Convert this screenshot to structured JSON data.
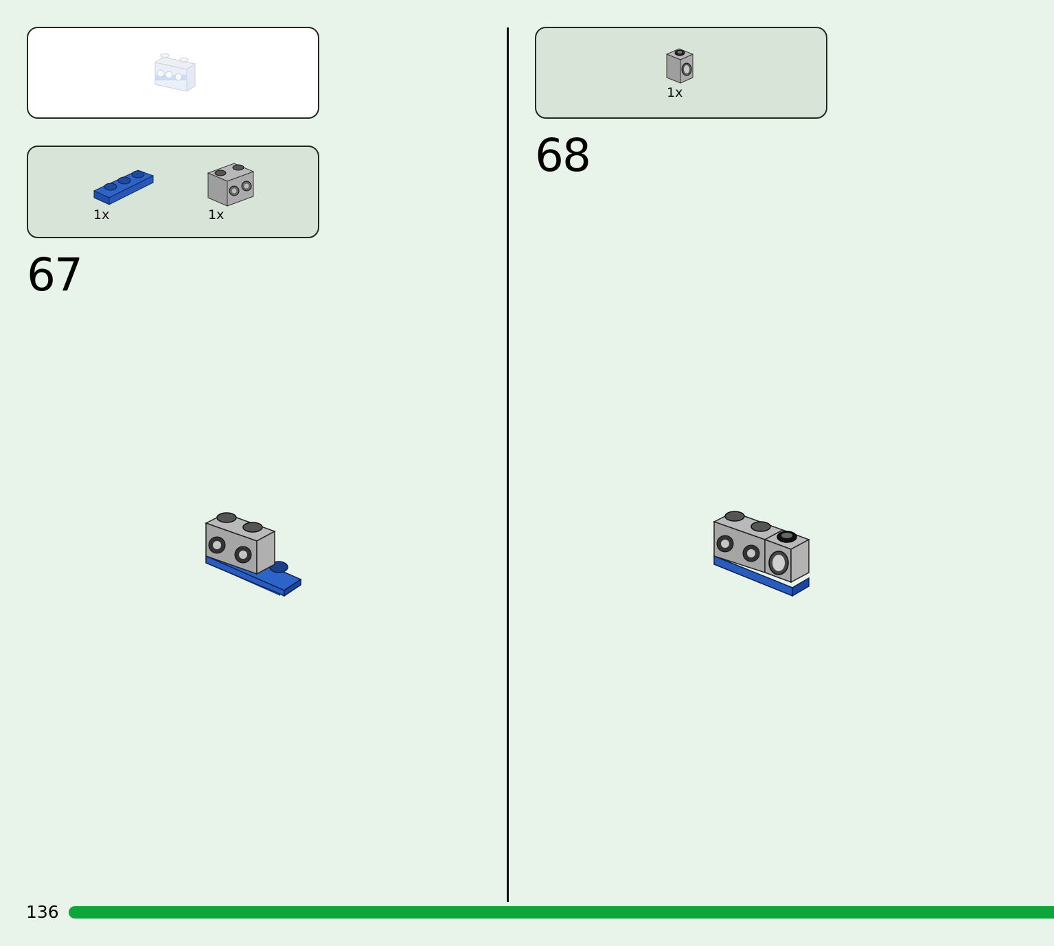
{
  "page": {
    "number": "136",
    "progress_percent": 100,
    "accent_color": "#0ea63a",
    "background": "#e8f4ea"
  },
  "steps": [
    {
      "number": "67",
      "parts": [
        {
          "qty": "1x",
          "part": "blue 1x3 plate",
          "color": "#2d64c8"
        },
        {
          "qty": "1x",
          "part": "grey 1x2 brick with studs on side",
          "color": "#a8a8a8"
        }
      ]
    },
    {
      "number": "68",
      "parts": [
        {
          "qty": "1x",
          "part": "grey 1x1 technic brick with hole",
          "color": "#a8a8a8"
        }
      ]
    }
  ]
}
